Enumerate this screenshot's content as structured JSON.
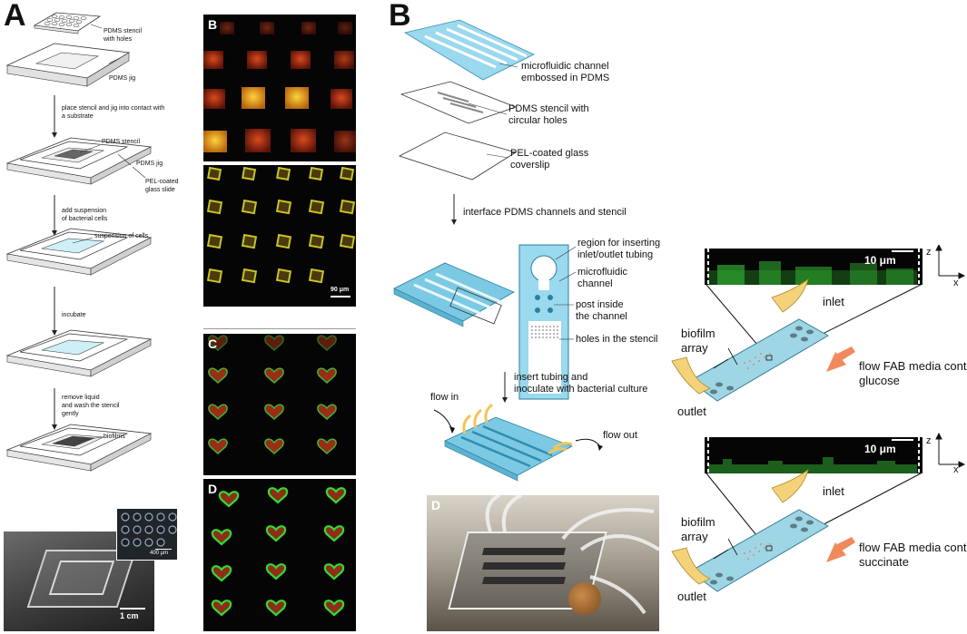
{
  "panels": {
    "A": "A",
    "B_left": "B",
    "B_top": "B",
    "C": "C",
    "D_mid": "D",
    "D_photo": "D"
  },
  "A": {
    "labels": {
      "stencil": "PDMS stencil\nwith holes",
      "jig": "PDMS jig",
      "step1": "place stencil and jig into contact with\na substrate",
      "stencil2": "PDMS stencil",
      "jig2": "PDMS jig",
      "pel": "PEL-coated\nglass slide",
      "step2": "add suspension\nof bacterial cells",
      "cells": "suspension of cells",
      "step3": "incubate",
      "step4": "remove liquid\nand wash the stencil\ngently",
      "biofilms": "biofilms"
    },
    "photo": {
      "scale_main": "1 cm",
      "scale_inset": "400 μm"
    }
  },
  "B_micro": {
    "scale": "90 μm"
  },
  "B_diagram": {
    "labels": {
      "channel": "microfluidic channel\nembossed in PDMS",
      "stencil": "PDMS stencil with\ncircular holes",
      "coverslip": "PEL-coated glass\ncoverslip",
      "interface": "interface PDMS channels and stencil",
      "region": "region for inserting\ninlet/outlet tubing",
      "mchannel": "microfluidic\nchannel",
      "post": "post inside\nthe channel",
      "holes": "holes in the stencil",
      "insert": "insert tubing and\ninoculate with bacterial culture",
      "flow_in": "flow in",
      "flow_out": "flow out"
    }
  },
  "right": {
    "top": {
      "scale": "10 μm",
      "axis_z": "z",
      "axis_x": "x",
      "inlet": "inlet",
      "outlet": "outlet",
      "biofilm": "biofilm\narray",
      "flow": "flow FAB media containing\nglucose"
    },
    "bottom": {
      "scale": "10 μm",
      "axis_z": "z",
      "axis_x": "x",
      "inlet": "inlet",
      "outlet": "outlet",
      "biofilm": "biofilm\narray",
      "flow": "flow FAB media containing\nsuccinate"
    }
  },
  "colors": {
    "channel_blue": "#8fd3ea",
    "arrow_orange": "#f08a5d",
    "tube_yellow": "#f3d27a",
    "biofilm_green": "#3bd13b",
    "biofilm_red": "#c8331f"
  }
}
